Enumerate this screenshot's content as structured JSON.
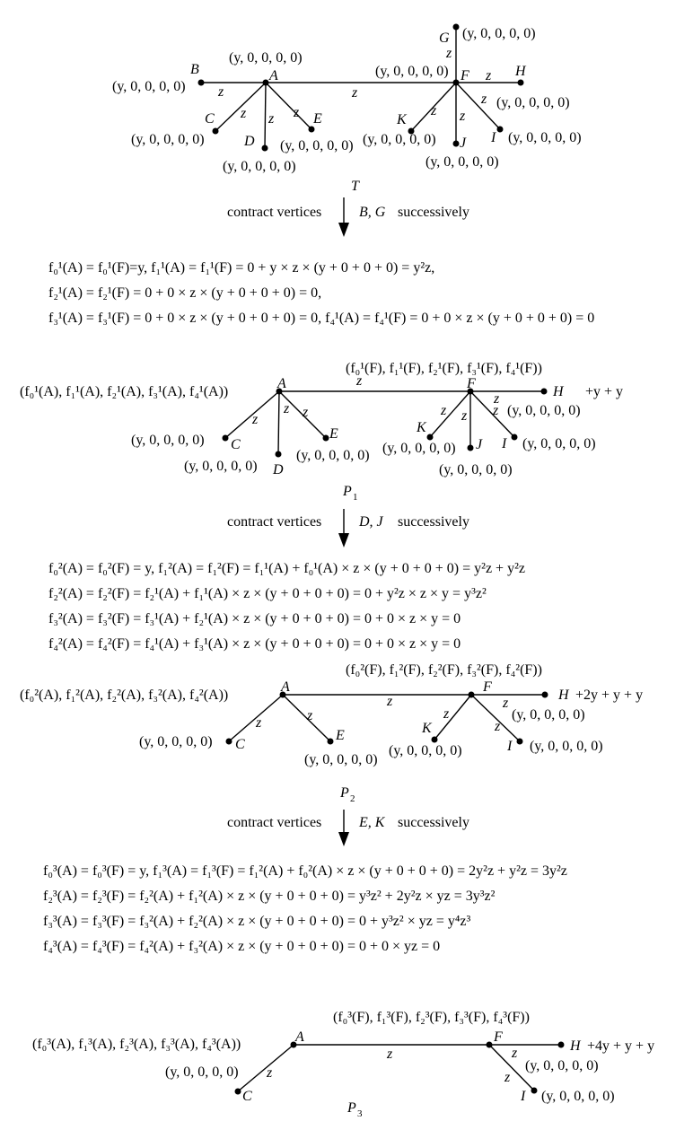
{
  "vertex_label": "(y, 0, 0, 0, 0)",
  "edge_label": "z",
  "vertices": [
    "A",
    "B",
    "C",
    "D",
    "E",
    "F",
    "G",
    "H",
    "I",
    "J",
    "K"
  ],
  "diagram_labels": {
    "T": "T",
    "P1": "P",
    "P1_sub": "1",
    "P2": "P",
    "P2_sub": "2",
    "P3": "P",
    "P3_sub": "3"
  },
  "steps": [
    {
      "action": "contract vertices",
      "vertices": "B, G",
      "suffix": "successively"
    },
    {
      "action": "contract vertices",
      "vertices": "D, J",
      "suffix": "successively"
    },
    {
      "action": "contract vertices",
      "vertices": "E, K",
      "suffix": "successively"
    }
  ],
  "h_extras": [
    "+y + y",
    "+2y + y + y",
    "+4y + y + y"
  ],
  "equations": {
    "s1": [
      "f₀¹(A) = f₀¹(F)=y,  f₁¹(A) = f₁¹(F) = 0 + y × z × (y + 0 + 0 + 0) = y²z,",
      "f₂¹(A) = f₂¹(F) = 0 + 0 × z × (y + 0 + 0 + 0) = 0,",
      "f₃¹(A) = f₃¹(F) = 0 + 0 × z × (y + 0 + 0 + 0) = 0,   f₄¹(A) = f₄¹(F) = 0 + 0 × z × (y + 0 + 0 + 0) = 0"
    ],
    "s2": [
      "f₀²(A) = f₀²(F) = y,  f₁²(A) = f₁²(F) = f₁¹(A) + f₀¹(A) × z × (y + 0 + 0 + 0) = y²z + y²z",
      "f₂²(A) = f₂²(F) = f₂¹(A) + f₁¹(A) × z × (y + 0 + 0 + 0) = 0 + y²z × z × y = y³z²",
      "f₃²(A) = f₃²(F) = f₃¹(A) + f₂¹(A) × z × (y + 0 + 0 + 0) = 0 + 0 × z × y = 0",
      "f₄²(A) = f₄²(F) = f₄¹(A) + f₃¹(A) × z × (y + 0 + 0 + 0) = 0 + 0 × z × y = 0"
    ],
    "s3": [
      "f₀³(A) = f₀³(F) = y,  f₁³(A) = f₁³(F) = f₁²(A) + f₀²(A) × z × (y + 0 + 0 + 0) = 2y²z + y²z = 3y²z",
      "f₂³(A) = f₂³(F) = f₂²(A) + f₁²(A) × z × (y + 0 + 0 + 0) = y³z² + 2y²z × yz = 3y³z²",
      "f₃³(A) = f₃³(F) = f₃²(A) + f₂²(A) × z × (y + 0 + 0 + 0) = 0 + y³z² × yz = y⁴z³",
      "f₄³(A) = f₄³(F) = f₄²(A) + f₃²(A) × z × (y + 0 + 0 + 0) = 0 + 0 × yz = 0"
    ]
  },
  "tuples": {
    "A1": "(f₀¹(A), f₁¹(A), f₂¹(A), f₃¹(A), f₄¹(A))",
    "F1": "(f₀¹(F), f₁¹(F), f₂¹(F), f₃¹(F), f₄¹(F))",
    "A2": "(f₀²(A), f₁²(A), f₂²(A), f₃²(A), f₄²(A))",
    "F2": "(f₀²(F), f₁²(F), f₂²(F), f₃²(F), f₄²(F))",
    "A3": "(f₀³(A), f₁³(A), f₂³(A), f₃³(A), f₄³(A))",
    "F3": "(f₀³(F), f₁³(F), f₂³(F), f₃³(F), f₄³(F))"
  }
}
